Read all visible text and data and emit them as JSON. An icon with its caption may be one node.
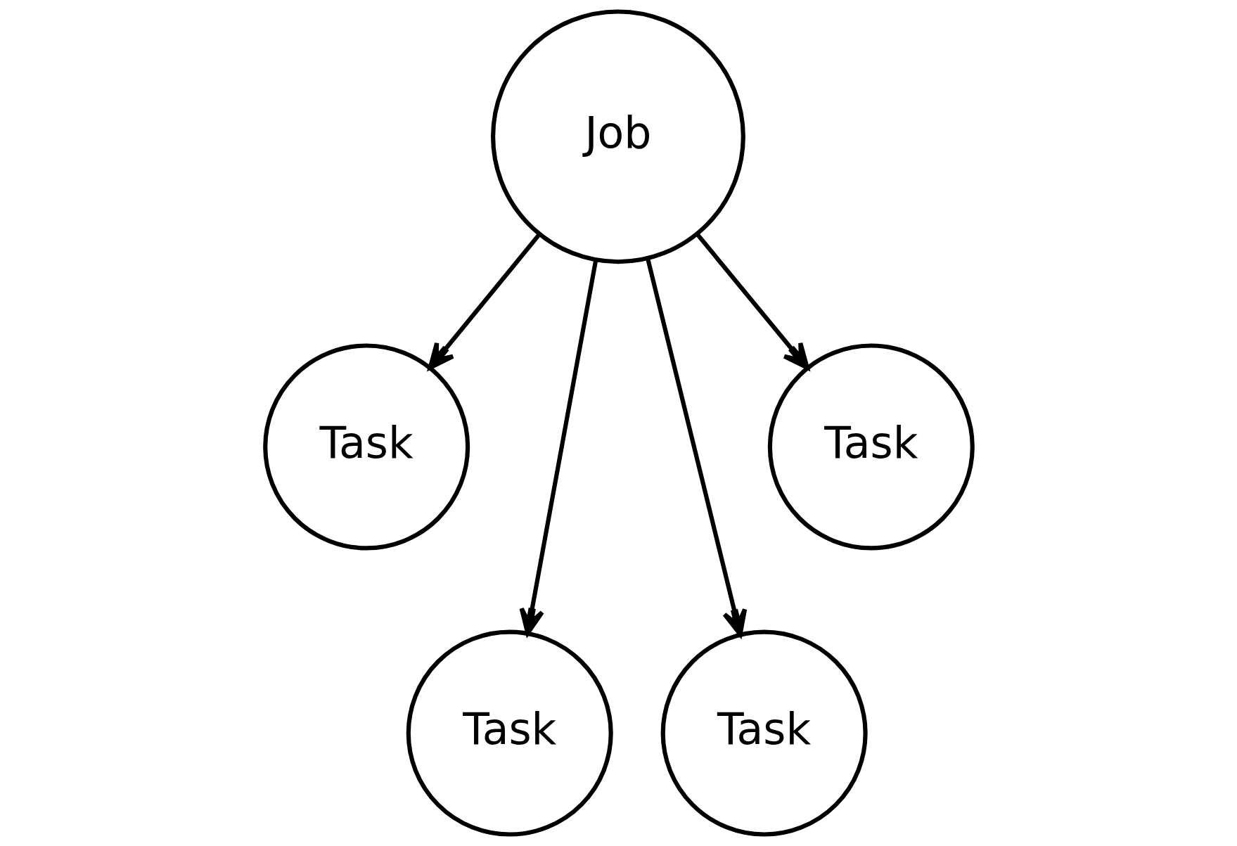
{
  "diagram": {
    "nodes": [
      {
        "text": [
          "Job"
        ]
      },
      {
        "text": [
          "Task"
        ]
      },
      {
        "text": [
          "Task"
        ]
      },
      {
        "text": [
          "Task"
        ]
      },
      {
        "text": [
          "Task"
        ]
      }
    ],
    "edges": [
      {
        "from": 0,
        "to": 1,
        "arrow": "to"
      },
      {
        "from": 0,
        "to": 2,
        "arrow": "to"
      },
      {
        "from": 0,
        "to": 3,
        "arrow": "to"
      },
      {
        "from": 0,
        "to": 4,
        "arrow": "to"
      }
    ]
  }
}
